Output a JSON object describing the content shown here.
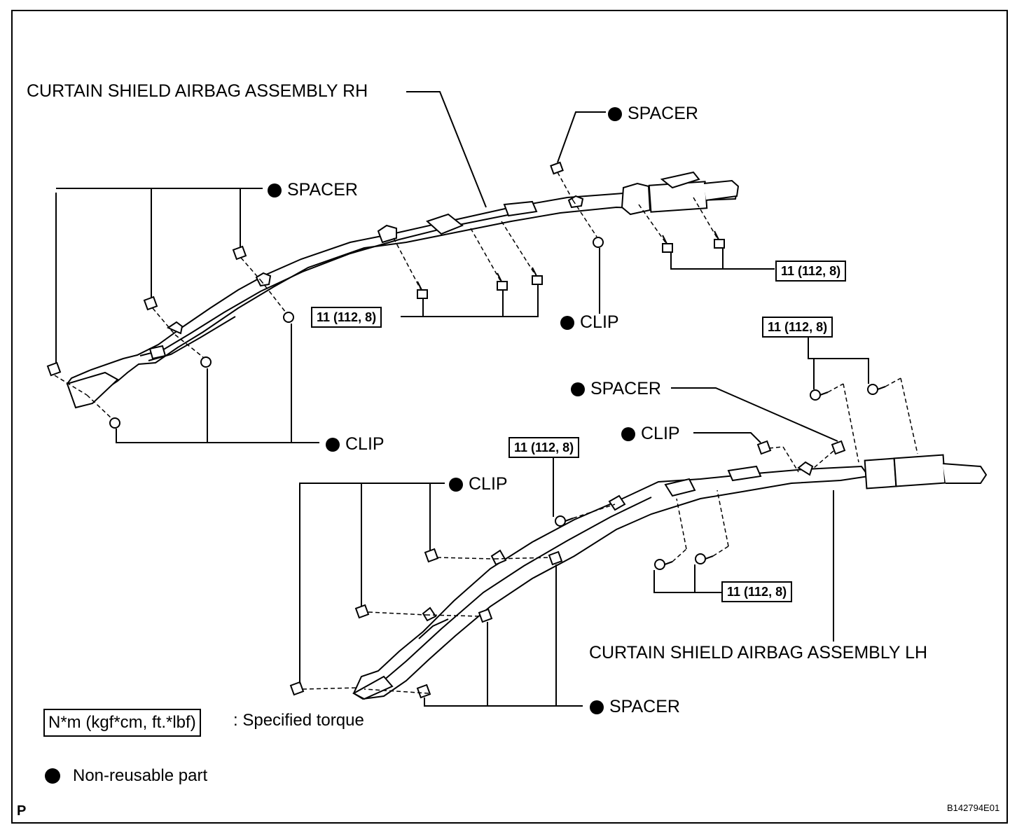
{
  "labels": {
    "rh_assembly": "CURTAIN SHIELD AIRBAG ASSEMBLY RH",
    "lh_assembly": "CURTAIN SHIELD AIRBAG ASSEMBLY LH",
    "spacer": "SPACER",
    "clip": "CLIP"
  },
  "torque": "11 (112, 8)",
  "legend": {
    "torque_unit": "N*m (kgf*cm, ft.*lbf)",
    "torque_desc": ": Specified torque",
    "non_reusable": "Non-reusable part"
  },
  "corner_mark": "P",
  "figure_code": "B142794E01",
  "colors": {
    "ink": "#000000",
    "paper": "#ffffff"
  },
  "icons": {
    "non_reusable_marker": "filled-circle-icon"
  }
}
